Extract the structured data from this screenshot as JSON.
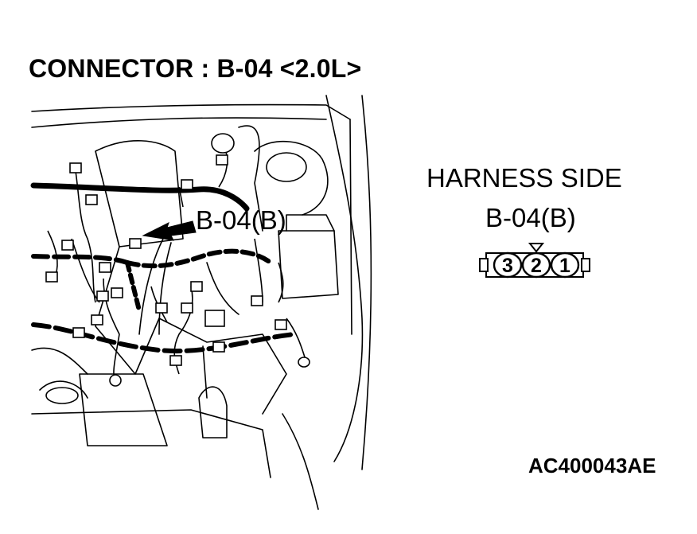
{
  "title": "CONNECTOR : B-04 <2.0L>",
  "callout_label": "B-04(B)",
  "harness": {
    "side_label": "HARNESS SIDE",
    "connector_id": "B-04(B)",
    "pins": [
      "3",
      "2",
      "1"
    ]
  },
  "figure_code": "AC400043AE",
  "colors": {
    "ink": "#000000",
    "background": "#ffffff"
  }
}
